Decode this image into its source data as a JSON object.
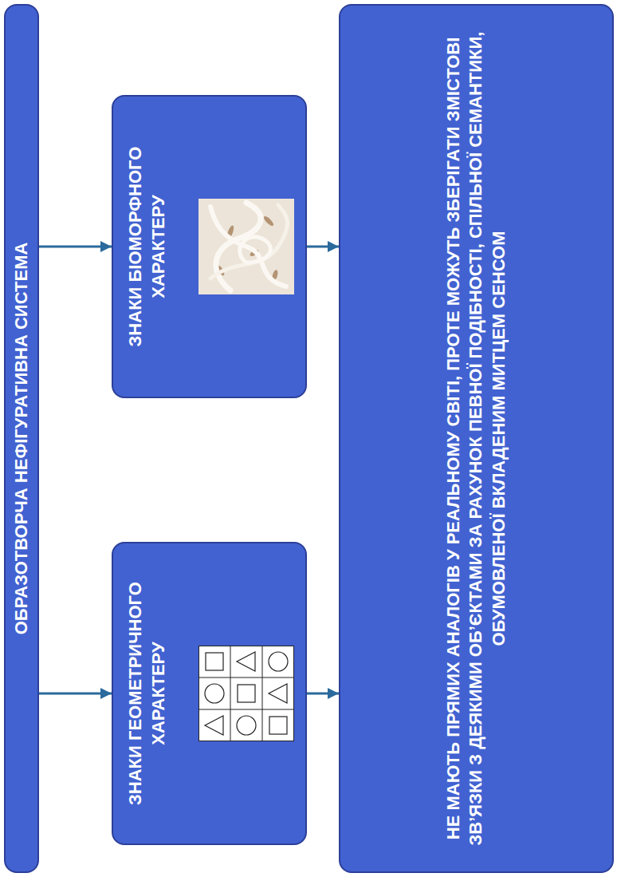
{
  "diagram": {
    "nodes": [
      {
        "text": [
          "ОБРАЗОТВОРЧА НЕФІГУРАТИВНА СИСТЕМА"
        ]
      },
      {
        "text": [
          "ЗНАКИ ГЕОМЕТРИЧНОГО ХАРАКТЕРУ"
        ]
      },
      {
        "text": [
          "ЗНАКИ БІОМОРФНОГО ХАРАКТЕРУ"
        ]
      },
      {
        "text": [
          "НЕ МАЮТЬ ПРЯМИХ АНАЛОГІВ У РЕАЛЬНОМУ СВІТІ, ПРОТЕ МОЖУТЬ ЗБЕРІГАТИ ЗМІСТОВІ ЗВ’ЯЗКИ З ДЕЯКИМИ ОБ’ЄКТАМИ ЗА РАХУНОК ПЕВНОЇ ПОДІБНОСТІ, СПІЛЬНОЇ СЕМАНТИКИ, ОБУМОВЛЕНОЇ ВКЛАДЕНИМ МИТЦЕМ СЕНСОМ"
        ]
      }
    ],
    "edges": [
      {
        "from": 0,
        "to": 1,
        "arrow": "to"
      },
      {
        "from": 0,
        "to": 2,
        "arrow": "to"
      },
      {
        "from": 1,
        "to": 3,
        "arrow": "to"
      },
      {
        "from": 2,
        "to": 3,
        "arrow": "to"
      }
    ]
  }
}
